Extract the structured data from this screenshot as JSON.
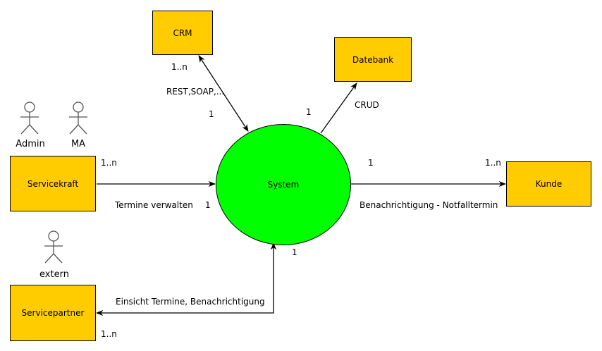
{
  "colors": {
    "entity_fill": "#ffcc00",
    "system_fill": "#00ff00",
    "stroke": "#000000"
  },
  "system": {
    "label": "System"
  },
  "entities": {
    "crm": "CRM",
    "datebank": "Datebank",
    "servicekraft": "Servicekraft",
    "kunde": "Kunde",
    "servicepartner": "Servicepartner"
  },
  "actors": {
    "admin": "Admin",
    "ma": "MA",
    "extern": "extern"
  },
  "connectors": {
    "crm": {
      "label": "REST,SOAP,...",
      "mult_entity": "1..n",
      "mult_system": "1"
    },
    "datebank": {
      "label": "CRUD",
      "mult_system": "1"
    },
    "servicekraft": {
      "label": "Termine verwalten",
      "mult_entity": "1..n",
      "mult_system": "1"
    },
    "kunde": {
      "label": "Benachrichtigung - Notfalltermin",
      "mult_system": "1",
      "mult_entity": "1..n"
    },
    "servicepartner": {
      "label": "Einsicht Termine, Benachrichtigung",
      "mult_system": "1",
      "mult_entity": "1..n"
    }
  }
}
